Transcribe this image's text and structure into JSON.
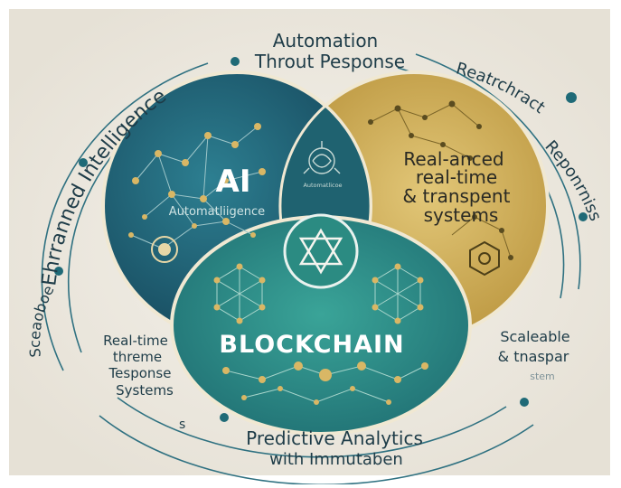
{
  "colors": {
    "background": "#eeeae1",
    "teal_dark": "#1f5f75",
    "teal_light": "#2e9488",
    "gold": "#c9a64a",
    "node_gold": "#d9b765",
    "text_dark": "#1e3c48"
  },
  "top_label": {
    "line1": "Automation",
    "line2": "Throut Pesponse"
  },
  "left_arc_label": "Ehrranned Intelligence",
  "right_top_arc_label": "Reatrchract",
  "right_arc_label": "Reponrniss",
  "left_side_label": "Sceaoboe",
  "left_lower_block": {
    "line1": "Real-time",
    "line2": "threme",
    "line3": "Tesponse",
    "line4": "Systems"
  },
  "right_lower_block": {
    "line1": "Scaleable",
    "line2": "& tnaspar",
    "line3": "stem"
  },
  "bottom_label": {
    "line1": "Predictive Analytics",
    "line2": "with Immutaben"
  },
  "bottom_small": "s",
  "circles": {
    "ai": {
      "title": "AI",
      "subtitle": "Automatliigence",
      "icon": "target-icon"
    },
    "right": {
      "line1": "Real-anced",
      "line2": "real-time",
      "line3": "& transpent",
      "line4": "systems",
      "icon": "hexagon-icon"
    },
    "overlap": {
      "label": "Automatlicoe",
      "icon": "brain-circuit-icon"
    },
    "blockchain": {
      "title": "BLOCKCHAIN",
      "icon": "star-of-david-icon"
    }
  }
}
